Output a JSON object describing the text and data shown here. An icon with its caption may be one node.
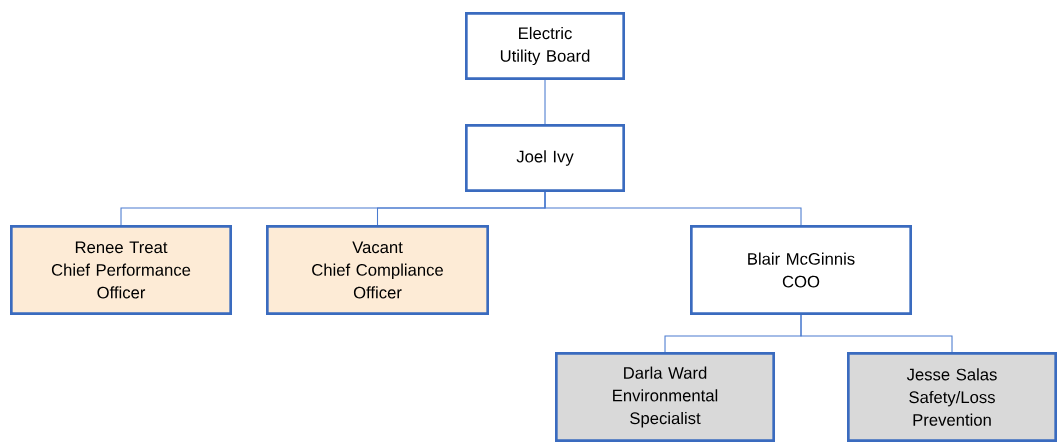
{
  "diagram": {
    "nodes": [
      {
        "text": [
          "Electric Utility Board"
        ]
      },
      {
        "text": [
          "Joel Ivy"
        ]
      },
      {
        "text": [
          "Renee Treat",
          "Chief Performance Officer"
        ]
      },
      {
        "text": [
          "Vacant",
          "Chief Compliance Officer"
        ]
      },
      {
        "text": [
          "Blair McGinnis",
          "COO"
        ]
      },
      {
        "text": [
          "Darla Ward",
          "Environmental Specialist"
        ]
      },
      {
        "text": [
          "Jesse Salas",
          "Safety/Loss Prevention"
        ]
      }
    ],
    "edges": [
      {
        "from": 0,
        "to": 1,
        "arrow": "none"
      },
      {
        "from": 1,
        "to": 2,
        "arrow": "none"
      },
      {
        "from": 1,
        "to": 3,
        "arrow": "none"
      },
      {
        "from": 1,
        "to": 4,
        "arrow": "none"
      },
      {
        "from": 4,
        "to": 5,
        "arrow": "none"
      },
      {
        "from": 4,
        "to": 6,
        "arrow": "none"
      }
    ]
  }
}
